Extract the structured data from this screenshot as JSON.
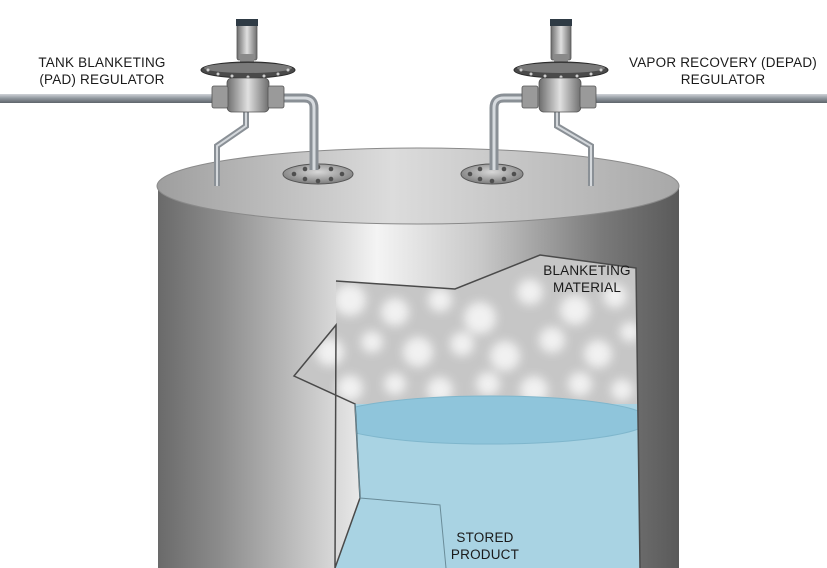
{
  "labels": {
    "pad_regulator": {
      "line1": "TANK BLANKETING",
      "line2": "(PAD) REGULATOR"
    },
    "depad_regulator": {
      "line1": "VAPOR RECOVERY (DEPAD)",
      "line2": "REGULATOR"
    },
    "blanketing_material": {
      "line1": "BLANKETING",
      "line2": "MATERIAL"
    },
    "stored_product": {
      "line1": "STORED",
      "line2": "PRODUCT"
    }
  },
  "colors": {
    "tank_dark": "#5e5e5e",
    "tank_light": "#f2f2f2",
    "tank_top": "#bdbdbd",
    "pipe": "#9aa0a6",
    "liquid": "#a9d3e3",
    "liquid_surface": "#8cc3da",
    "vapor": "#c9c9c9"
  }
}
